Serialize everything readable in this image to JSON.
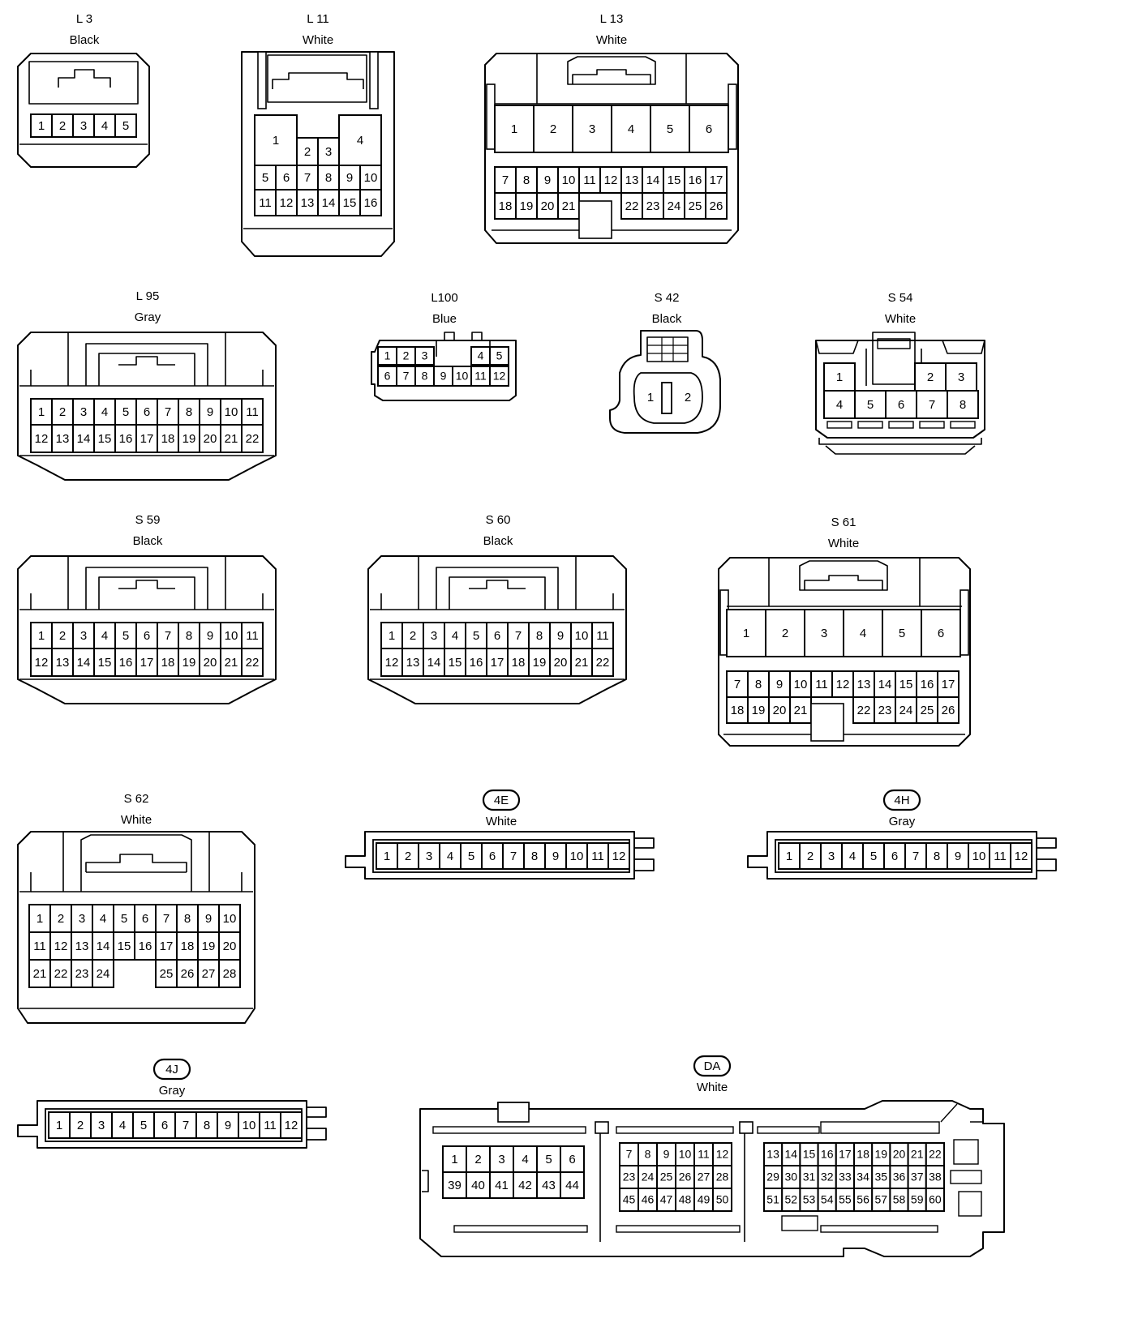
{
  "connectors": [
    {
      "id": "L3",
      "code": "L 3",
      "color": "Black",
      "code_style": "plain",
      "pins": [
        "1",
        "2",
        "3",
        "4",
        "5"
      ]
    },
    {
      "id": "L11",
      "code": "L 11",
      "color": "White",
      "code_style": "plain",
      "pins": [
        "1",
        "2",
        "3",
        "4",
        "5",
        "6",
        "7",
        "8",
        "9",
        "10",
        "11",
        "12",
        "13",
        "14",
        "15",
        "16"
      ]
    },
    {
      "id": "L13",
      "code": "L 13",
      "color": "White",
      "code_style": "plain",
      "pins": [
        "1",
        "2",
        "3",
        "4",
        "5",
        "6",
        "7",
        "8",
        "9",
        "10",
        "11",
        "12",
        "13",
        "14",
        "15",
        "16",
        "17",
        "18",
        "19",
        "20",
        "21",
        "22",
        "23",
        "24",
        "25",
        "26"
      ]
    },
    {
      "id": "L95",
      "code": "L 95",
      "color": "Gray",
      "code_style": "plain",
      "pins": [
        "1",
        "2",
        "3",
        "4",
        "5",
        "6",
        "7",
        "8",
        "9",
        "10",
        "11",
        "12",
        "13",
        "14",
        "15",
        "16",
        "17",
        "18",
        "19",
        "20",
        "21",
        "22"
      ]
    },
    {
      "id": "L100",
      "code": "L100",
      "color": "Blue",
      "code_style": "plain",
      "pins": [
        "1",
        "2",
        "3",
        "4",
        "5",
        "6",
        "7",
        "8",
        "9",
        "10",
        "11",
        "12"
      ]
    },
    {
      "id": "S42",
      "code": "S 42",
      "color": "Black",
      "code_style": "plain",
      "pins": [
        "1",
        "2"
      ]
    },
    {
      "id": "S54",
      "code": "S 54",
      "color": "White",
      "code_style": "plain",
      "pins": [
        "1",
        "2",
        "3",
        "4",
        "5",
        "6",
        "7",
        "8"
      ]
    },
    {
      "id": "S59",
      "code": "S 59",
      "color": "Black",
      "code_style": "plain",
      "pins": [
        "1",
        "2",
        "3",
        "4",
        "5",
        "6",
        "7",
        "8",
        "9",
        "10",
        "11",
        "12",
        "13",
        "14",
        "15",
        "16",
        "17",
        "18",
        "19",
        "20",
        "21",
        "22"
      ]
    },
    {
      "id": "S60",
      "code": "S 60",
      "color": "Black",
      "code_style": "plain",
      "pins": [
        "1",
        "2",
        "3",
        "4",
        "5",
        "6",
        "7",
        "8",
        "9",
        "10",
        "11",
        "12",
        "13",
        "14",
        "15",
        "16",
        "17",
        "18",
        "19",
        "20",
        "21",
        "22"
      ]
    },
    {
      "id": "S61",
      "code": "S 61",
      "color": "White",
      "code_style": "plain",
      "pins": [
        "1",
        "2",
        "3",
        "4",
        "5",
        "6",
        "7",
        "8",
        "9",
        "10",
        "11",
        "12",
        "13",
        "14",
        "15",
        "16",
        "17",
        "18",
        "19",
        "20",
        "21",
        "22",
        "23",
        "24",
        "25",
        "26"
      ]
    },
    {
      "id": "S62",
      "code": "S 62",
      "color": "White",
      "code_style": "plain",
      "pins": [
        "1",
        "2",
        "3",
        "4",
        "5",
        "6",
        "7",
        "8",
        "9",
        "10",
        "11",
        "12",
        "13",
        "14",
        "15",
        "16",
        "17",
        "18",
        "19",
        "20",
        "21",
        "22",
        "23",
        "24",
        "25",
        "26",
        "27",
        "28"
      ]
    },
    {
      "id": "4E",
      "code": "4E",
      "color": "White",
      "code_style": "pill",
      "pins": [
        "1",
        "2",
        "3",
        "4",
        "5",
        "6",
        "7",
        "8",
        "9",
        "10",
        "11",
        "12"
      ]
    },
    {
      "id": "4H",
      "code": "4H",
      "color": "Gray",
      "code_style": "pill",
      "pins": [
        "1",
        "2",
        "3",
        "4",
        "5",
        "6",
        "7",
        "8",
        "9",
        "10",
        "11",
        "12"
      ]
    },
    {
      "id": "4J",
      "code": "4J",
      "color": "Gray",
      "code_style": "pill",
      "pins": [
        "1",
        "2",
        "3",
        "4",
        "5",
        "6",
        "7",
        "8",
        "9",
        "10",
        "11",
        "12"
      ]
    },
    {
      "id": "DA",
      "code": "DA",
      "color": "White",
      "code_style": "pill",
      "pins_left": [
        "1",
        "2",
        "3",
        "4",
        "5",
        "6",
        "39",
        "40",
        "41",
        "42",
        "43",
        "44"
      ],
      "pins_mid": [
        "7",
        "8",
        "9",
        "10",
        "11",
        "12",
        "23",
        "24",
        "25",
        "26",
        "27",
        "28",
        "45",
        "46",
        "47",
        "48",
        "49",
        "50"
      ],
      "pins_right": [
        "13",
        "14",
        "15",
        "16",
        "17",
        "18",
        "19",
        "20",
        "21",
        "22",
        "29",
        "30",
        "31",
        "32",
        "33",
        "34",
        "35",
        "36",
        "37",
        "38",
        "51",
        "52",
        "53",
        "54",
        "55",
        "56",
        "57",
        "58",
        "59",
        "60"
      ]
    }
  ]
}
